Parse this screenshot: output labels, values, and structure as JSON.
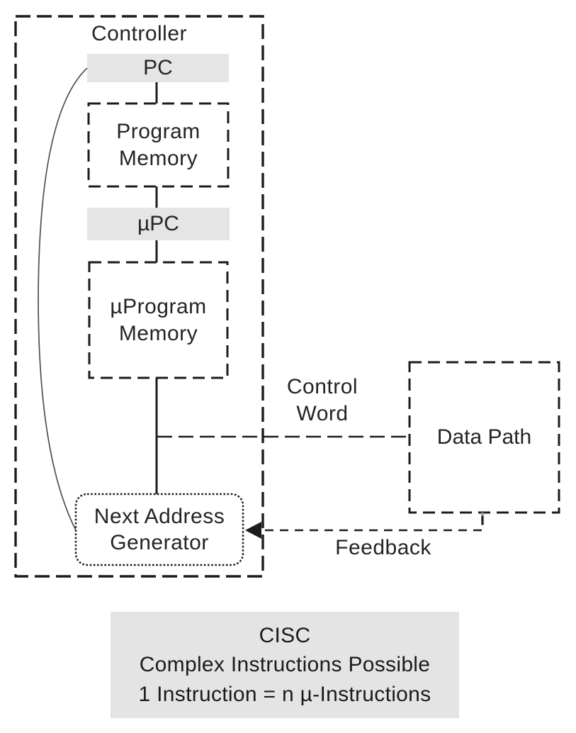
{
  "diagram": {
    "title": "Controller",
    "blocks": {
      "pc": {
        "label": "PC"
      },
      "program_memory": {
        "label": "Program\nMemory"
      },
      "upc": {
        "label": "µPC"
      },
      "uprogram_memory": {
        "label": "µProgram\nMemory"
      },
      "next_address_generator": {
        "label": "Next Address\nGenerator"
      },
      "data_path": {
        "label": "Data Path"
      }
    },
    "edges": {
      "control_word": {
        "label": "Control\nWord",
        "style": "dashed"
      },
      "feedback": {
        "label": "Feedback",
        "style": "dashed-arrow-left"
      },
      "pc_feedback_curve": {
        "style": "thin-curve"
      }
    },
    "caption": {
      "lines": [
        "CISC",
        "Complex Instructions Possible",
        "1 Instruction = n µ-Instructions"
      ]
    },
    "colors": {
      "line": "#1c1c1c",
      "register_fill": "#e5e5e5",
      "caption_fill": "#e4e4e4",
      "curve": "#4f4f4f",
      "stub_gray": "#999999",
      "background": "#ffffff",
      "text": "#242424"
    }
  }
}
